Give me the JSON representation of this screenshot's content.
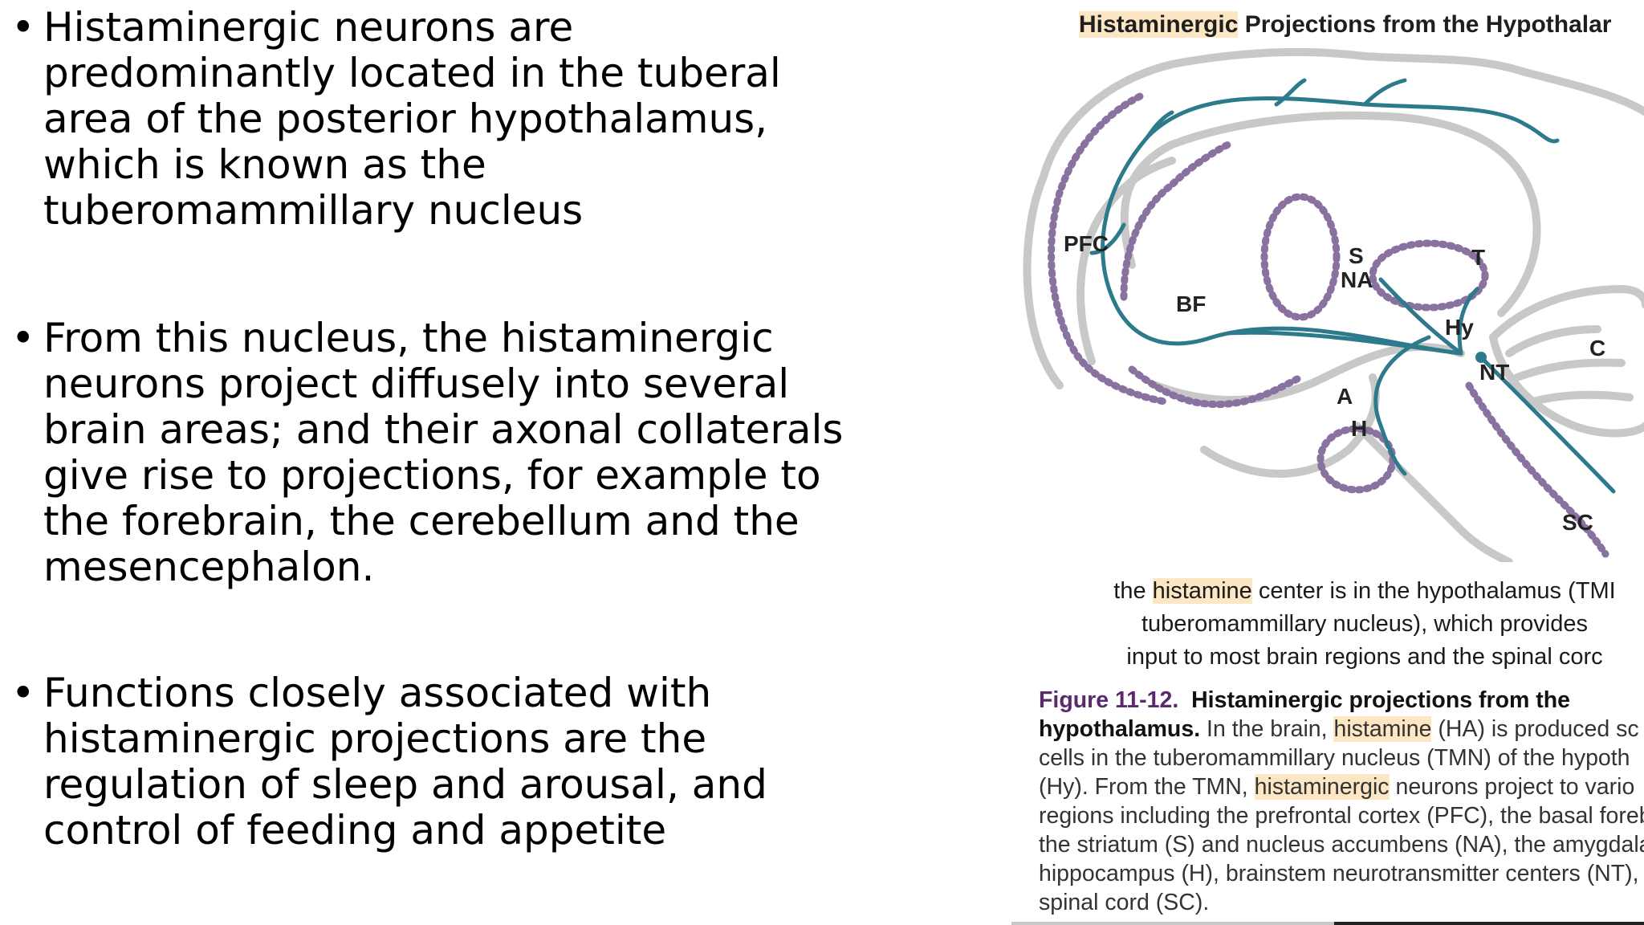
{
  "bullets": [
    {
      "marker": "•",
      "text": "Histaminergic neurons are\npredominantly located in the tuberal\narea of the posterior hypothalamus,\nwhich is known as the\ntuberomammillary nucleus"
    },
    {
      "marker": "•",
      "text": "From this nucleus, the histaminergic\nneurons project diffusely into several\nbrain areas; and their axonal collaterals\ngive rise to projections, for example to\nthe forebrain, the cerebellum and the\nmesencephalon."
    },
    {
      "marker": "•",
      "text": " Functions closely associated with\nhistaminergic projections are the\nregulation of sleep and arousal, and\ncontrol of feeding and appetite"
    }
  ],
  "figure": {
    "title_highlight": "Histaminergic",
    "title_rest": " Projections from the Hypothalar",
    "labels": {
      "pfc": "PFC",
      "s": "S",
      "na": "NA",
      "t": "T",
      "bf": "BF",
      "hy": "Hy",
      "c": "C",
      "nt": "NT",
      "a": "A",
      "h": "H",
      "sc": "SC"
    },
    "center_caption": {
      "pre": "the ",
      "highlight": "histamine",
      "post": " center is in the hypothalamus (TMI\ntuberomammillary nucleus), which provides\ninput to most brain regions and the spinal corc"
    },
    "caption": {
      "fig_num": "Figure 11-12.",
      "heading_1": "Histaminergic projections from the",
      "heading_2": "hypothalamus.",
      "line1_a": " In the brain, ",
      "line1_hl": "histamine",
      "line1_b": " (HA) is produced sc",
      "line2": "cells in the tuberomammillary nucleus (TMN) of the hypoth",
      "line3_a": "(Hy). From the TMN, ",
      "line3_hl": "histaminergic",
      "line3_b": " neurons project to vario",
      "line4": "regions including the prefrontal cortex (PFC), the basal foreb",
      "line5": "the striatum (S) and nucleus accumbens (NA), the amygdala",
      "line6": "hippocampus (H), brainstem neurotransmitter centers (NT),",
      "line7": "spinal cord (SC)."
    },
    "colors": {
      "pathway": "#2c7a8c",
      "outline": "#c8c8c8",
      "region": "#8a72a0",
      "highlight": "#fde6c4"
    }
  }
}
